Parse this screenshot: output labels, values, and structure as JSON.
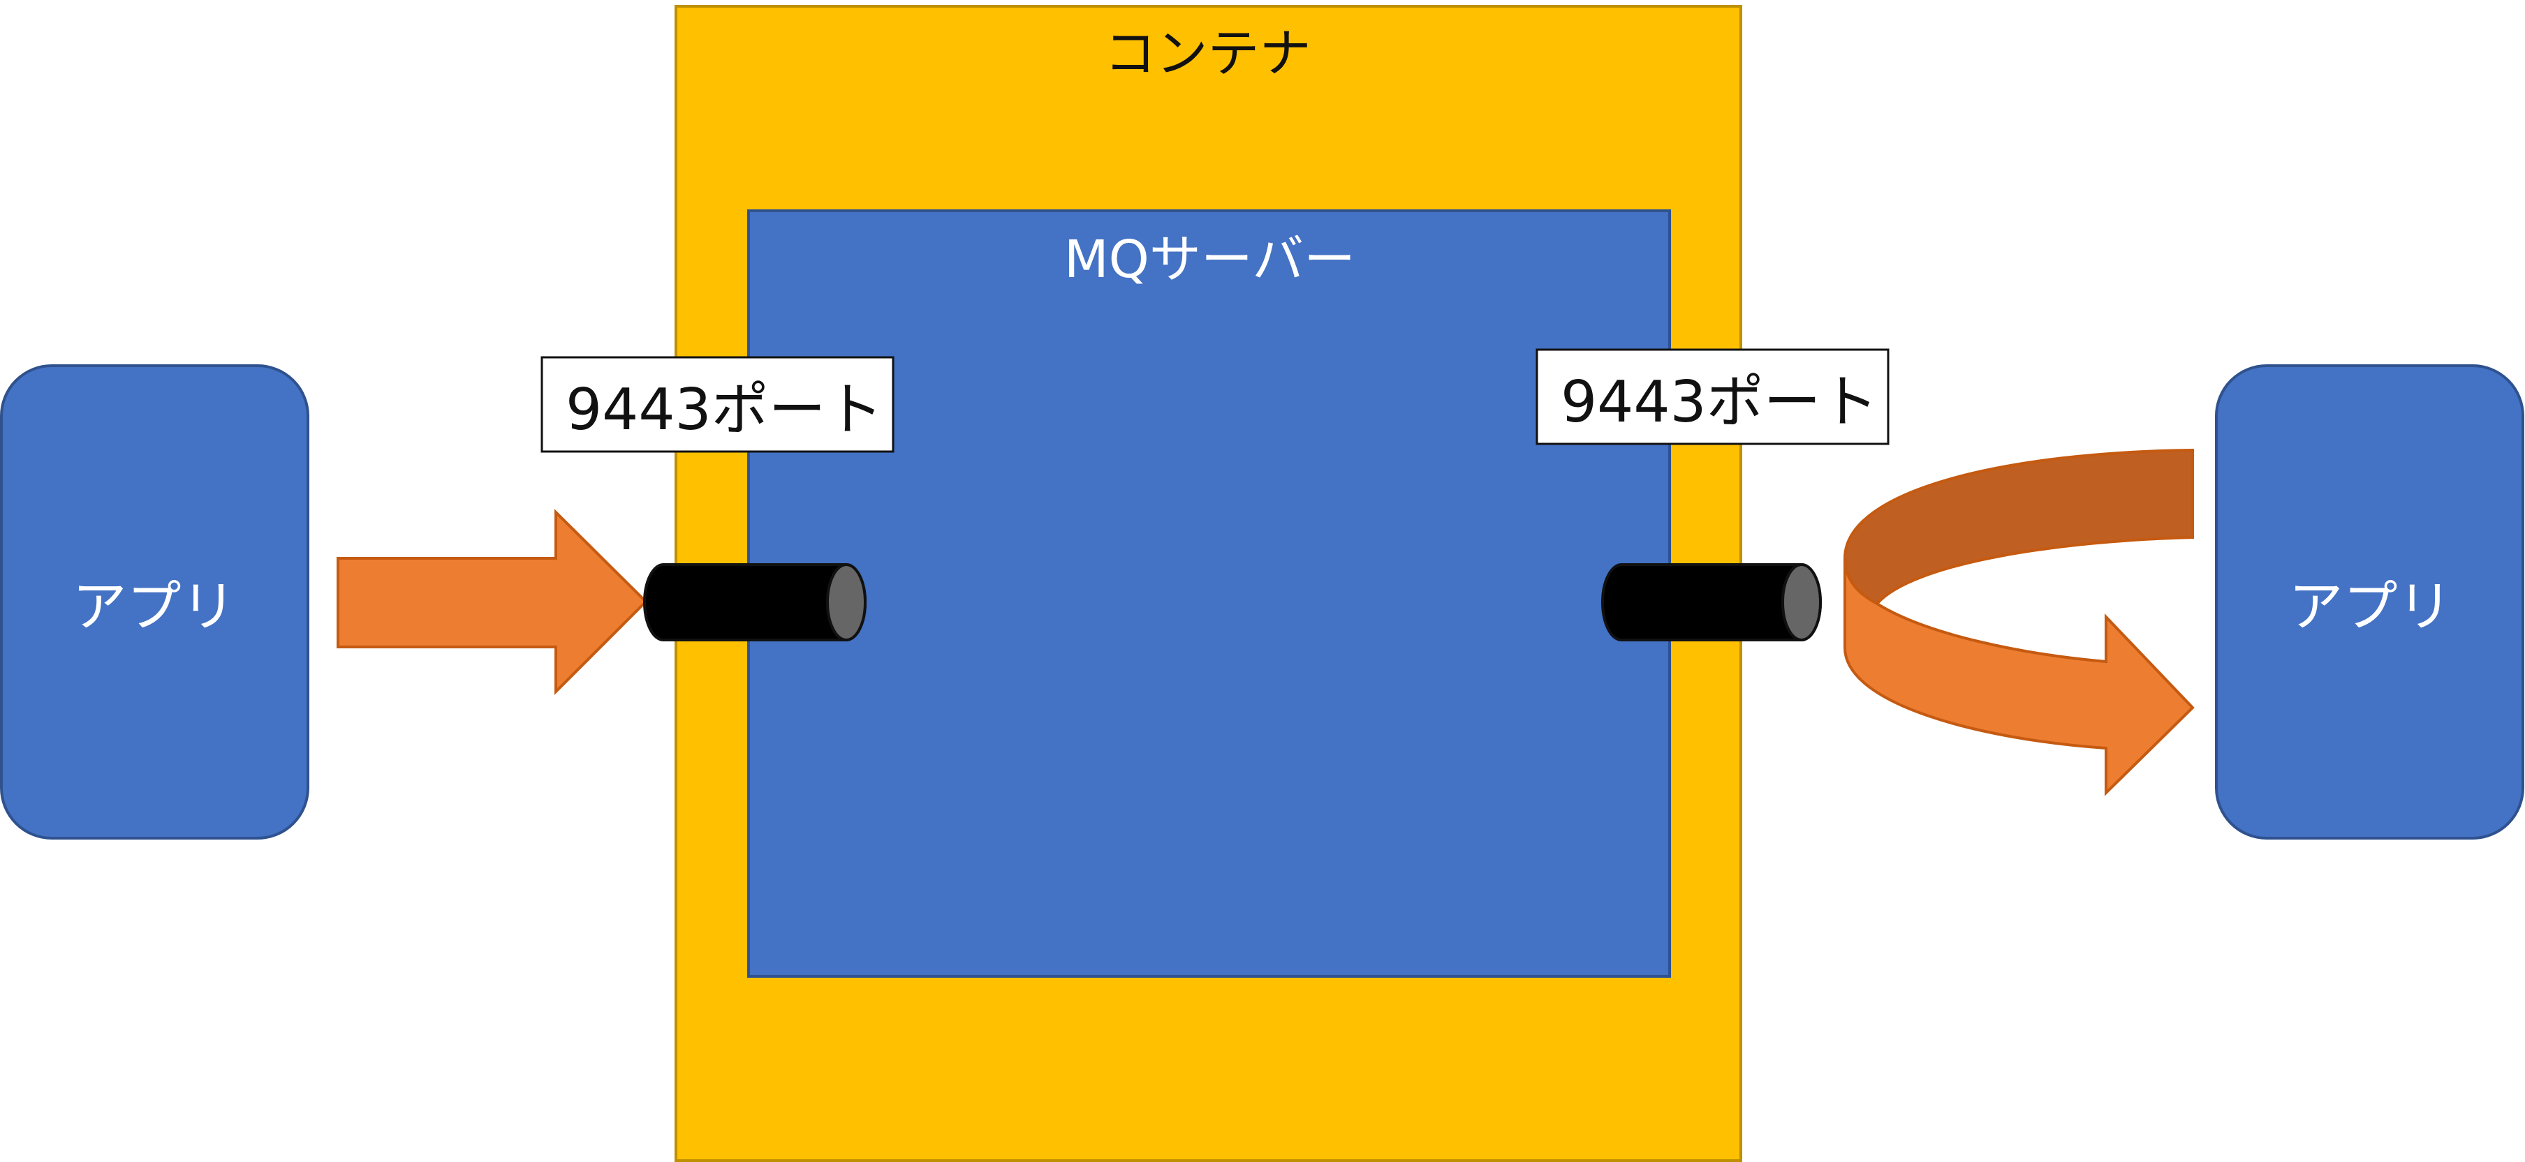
{
  "container": {
    "title": "コンテナ"
  },
  "mq_server": {
    "title": "MQサーバー"
  },
  "apps": {
    "left": {
      "label": "アプリ"
    },
    "right": {
      "label": "アプリ"
    }
  },
  "ports": {
    "left": {
      "label": "9443ポート"
    },
    "right": {
      "label": "9443ポート"
    }
  },
  "colors": {
    "container_fill": "#FFC000",
    "container_border": "#BF9000",
    "server_fill": "#4472C4",
    "server_border": "#2F528F",
    "app_fill": "#4472C4",
    "arrow_fill": "#ED7D31",
    "arrow_dark": "#C05F22",
    "arrow_border": "#C55A11",
    "port_body": "#000000",
    "port_face": "#666666"
  }
}
